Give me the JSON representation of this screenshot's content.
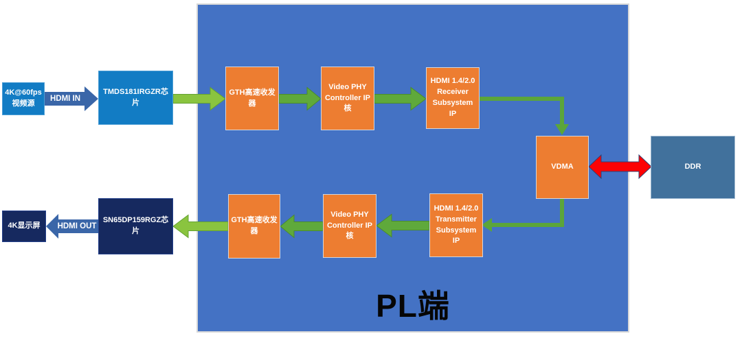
{
  "pl_region": {
    "label": "PL端"
  },
  "nodes": {
    "video_source": "4K@60fps\n视频源",
    "tmds_chip": "TMDS181IRGZR芯片",
    "gth_rx": "GTH高速收发器",
    "video_phy_rx": "Video PHY Controller IP核",
    "hdmi_rx": "HDMI 1.4/2.0 Receiver Subsystem IP",
    "vdma": "VDMA",
    "ddr": "DDR",
    "hdmi_tx": "HDMI 1.4/2.0 Transmitter Subsystem IP",
    "video_phy_tx": "Video PHY Controller IP核",
    "gth_tx": "GTH高速收发器",
    "sn65_chip": "SN65DP159RGZ芯片",
    "display": "4K显示屏"
  },
  "connectors": {
    "hdmi_in": "HDMI IN",
    "hdmi_out": "HDMI OUT"
  },
  "colors": {
    "pl_region_blue": "#4472C4",
    "ip_block_orange": "#ED7D31",
    "io_chip_azure": "#127CC4",
    "io_chip_navy": "#16295F",
    "ddr_steel_blue": "#41719C",
    "signal_green": "#5FA93B",
    "signal_green_light": "#8AC43F",
    "memory_red": "#FC0204",
    "hdmi_arrow_blue": "#3A66A8"
  }
}
